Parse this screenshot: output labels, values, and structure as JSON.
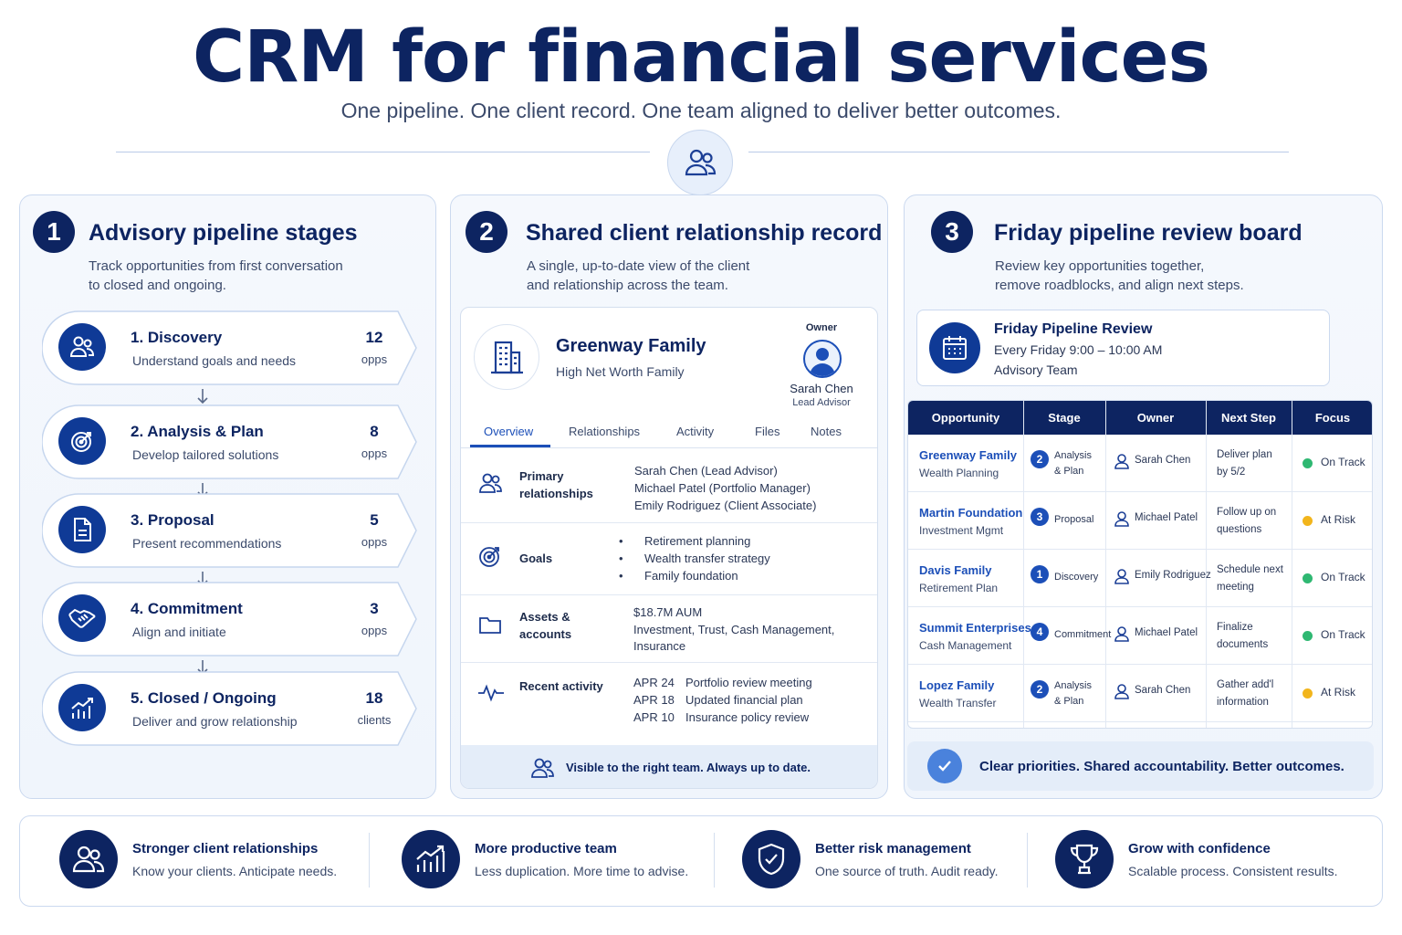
{
  "header": {
    "title": "CRM for financial services",
    "subtitle": "One pipeline. One client record. One team aligned to deliver better outcomes."
  },
  "pipeline": {
    "number": "1",
    "title": "Advisory pipeline stages",
    "desc_line1": "Track opportunities from first conversation",
    "desc_line2": "to closed and ongoing.",
    "stages": [
      {
        "name": "1. Discovery",
        "desc": "Understand goals and needs",
        "count": "12",
        "unit": "opps",
        "icon": "people-icon"
      },
      {
        "name": "2. Analysis & Plan",
        "desc": "Develop tailored solutions",
        "count": "8",
        "unit": "opps",
        "icon": "target-icon"
      },
      {
        "name": "3. Proposal",
        "desc": "Present recommendations",
        "count": "5",
        "unit": "opps",
        "icon": "document-icon"
      },
      {
        "name": "4. Commitment",
        "desc": "Align and initiate",
        "count": "3",
        "unit": "opps",
        "icon": "handshake-icon"
      },
      {
        "name": "5. Closed / Ongoing",
        "desc": "Deliver and grow relationship",
        "count": "18",
        "unit": "clients",
        "icon": "growth-chart-icon"
      }
    ]
  },
  "record": {
    "number": "2",
    "title": "Shared client relationship record",
    "desc_line1": "A single, up-to-date view of the client",
    "desc_line2": "and relationship across the team.",
    "client_name": "Greenway Family",
    "client_type": "High Net Worth Family",
    "owner_label": "Owner",
    "owner_name": "Sarah Chen",
    "owner_role": "Lead Advisor",
    "tabs": [
      "Overview",
      "Relationships",
      "Activity",
      "Files",
      "Notes"
    ],
    "relationships_label_1": "Primary",
    "relationships_label_2": "relationships",
    "relationships": [
      "Sarah Chen (Lead Advisor)",
      "Michael Patel (Portfolio Manager)",
      "Emily Rodriguez (Client Associate)"
    ],
    "goals_label": "Goals",
    "goals": [
      "Retirement planning",
      "Wealth transfer strategy",
      "Family foundation"
    ],
    "assets_label_1": "Assets &",
    "assets_label_2": "accounts",
    "assets_aum": "$18.7M AUM",
    "assets_line1": "Investment, Trust, Cash Management,",
    "assets_line2": "Insurance",
    "activity_label": "Recent activity",
    "activity": [
      {
        "date": "APR 24",
        "text": "Portfolio review meeting"
      },
      {
        "date": "APR 18",
        "text": "Updated financial plan"
      },
      {
        "date": "APR 10",
        "text": "Insurance policy review"
      }
    ],
    "footer": "Visible to the right team. Always up to date."
  },
  "review": {
    "number": "3",
    "title": "Friday pipeline review board",
    "desc_line1": "Review key opportunities together,",
    "desc_line2": "remove roadblocks, and align next steps.",
    "meeting_title": "Friday Pipeline Review",
    "meeting_time": "Every Friday 9:00 – 10:00 AM",
    "meeting_team": "Advisory Team",
    "columns": [
      "Opportunity",
      "Stage",
      "Owner",
      "Next Step",
      "Focus"
    ],
    "rows": [
      {
        "name": "Greenway Family",
        "sub": "Wealth Planning",
        "stage_num": "2",
        "stage_1": "Analysis",
        "stage_2": "& Plan",
        "owner": "Sarah Chen",
        "next_1": "Deliver plan",
        "next_2": "by 5/2",
        "focus": "On Track",
        "focus_color": "#2fb872"
      },
      {
        "name": "Martin Foundation",
        "sub": "Investment Mgmt",
        "stage_num": "3",
        "stage_1": "Proposal",
        "stage_2": "",
        "owner": "Michael Patel",
        "next_1": "Follow up on",
        "next_2": "questions",
        "focus": "At Risk",
        "focus_color": "#f2b51c"
      },
      {
        "name": "Davis Family",
        "sub": "Retirement Plan",
        "stage_num": "1",
        "stage_1": "Discovery",
        "stage_2": "",
        "owner": "Emily Rodriguez",
        "next_1": "Schedule next",
        "next_2": "meeting",
        "focus": "On Track",
        "focus_color": "#2fb872"
      },
      {
        "name": "Summit Enterprises",
        "sub": "Cash Management",
        "stage_num": "4",
        "stage_1": "Commitment",
        "stage_2": "",
        "owner": "Michael Patel",
        "next_1": "Finalize",
        "next_2": "documents",
        "focus": "On Track",
        "focus_color": "#2fb872"
      },
      {
        "name": "Lopez Family",
        "sub": "Wealth Transfer",
        "stage_num": "2",
        "stage_1": "Analysis",
        "stage_2": "& Plan",
        "owner": "Sarah Chen",
        "next_1": "Gather add'l",
        "next_2": "information",
        "focus": "At Risk",
        "focus_color": "#f2b51c"
      }
    ],
    "footer": "Clear priorities. Shared accountability. Better outcomes."
  },
  "benefits": [
    {
      "title": "Stronger client relationships",
      "desc": "Know your clients. Anticipate needs.",
      "icon": "people-icon"
    },
    {
      "title": "More productive team",
      "desc": "Less duplication. More time to advise.",
      "icon": "growth-chart-icon"
    },
    {
      "title": "Better risk management",
      "desc": "One source of truth. Audit ready.",
      "icon": "shield-check-icon"
    },
    {
      "title": "Grow with confidence",
      "desc": "Scalable process. Consistent results.",
      "icon": "trophy-icon"
    }
  ]
}
